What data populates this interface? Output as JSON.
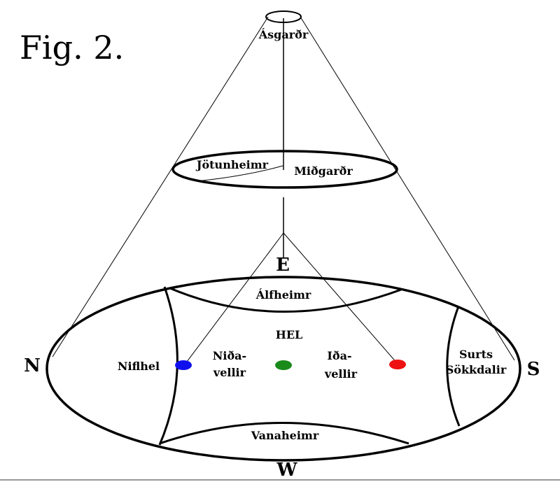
{
  "figure": {
    "title": "Fig. 2."
  },
  "labels": {
    "asgardr": "Ásgarðr",
    "jotunheimr": "Jötunheimr",
    "midgardr": "Miðgarðr",
    "alfheimr": "Álfheimr",
    "hel": "HEL",
    "niflhel": "Niflhel",
    "nida_line1": "Niða-",
    "nida_line2": "vellir",
    "ida_line1": "Iða-",
    "ida_line2": "vellir",
    "surts_line1": "Surts",
    "surts_line2": "Sökkdalir",
    "vanaheimr": "Vanaheimr"
  },
  "directions": {
    "east": "E",
    "north": "N",
    "south": "S",
    "west": "W"
  },
  "colors": {
    "line": "#000000",
    "niflhel_dot": "#1010ee",
    "hel_dot": "#1a8a1a",
    "ida_dot": "#ee1111"
  }
}
